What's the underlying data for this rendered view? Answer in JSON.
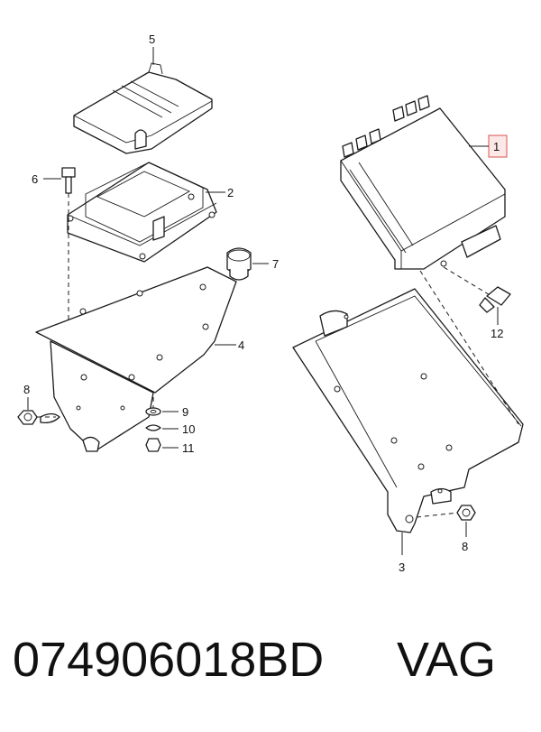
{
  "callouts": {
    "c1": "1",
    "c2": "2",
    "c3": "3",
    "c4": "4",
    "c5": "5",
    "c6": "6",
    "c7": "7",
    "c8a": "8",
    "c8b": "8",
    "c9": "9",
    "c10": "10",
    "c11": "11",
    "c12": "12"
  },
  "footer": {
    "part_number": "074906018BD",
    "brand": "VAG"
  },
  "colors": {
    "highlight_box": "#d9534f",
    "highlight_fill": "#fde8e8"
  }
}
